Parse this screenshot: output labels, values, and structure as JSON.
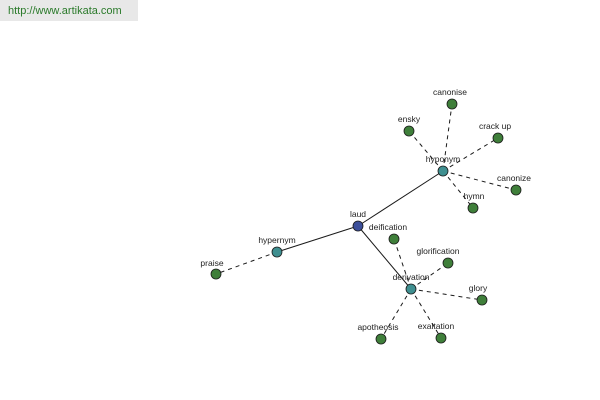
{
  "header": {
    "url": "http://www.artikata.com"
  },
  "colors": {
    "root_node": "#3b4e9a",
    "relation_node": "#3f8f90",
    "word_node": "#3f7f3a",
    "edge": "#1a1a1a",
    "url_bar_bg": "#e8e8e8",
    "url_text": "#2a7a2a"
  },
  "graph": {
    "nodes": [
      {
        "id": "laud",
        "label": "laud",
        "kind": "root"
      },
      {
        "id": "hypernym",
        "label": "hypernym",
        "kind": "relation"
      },
      {
        "id": "hyponym",
        "label": "hyponym",
        "kind": "relation"
      },
      {
        "id": "derivation",
        "label": "derivation",
        "kind": "relation"
      },
      {
        "id": "praise",
        "label": "praise",
        "kind": "word"
      },
      {
        "id": "canonise",
        "label": "canonise",
        "kind": "word"
      },
      {
        "id": "ensky",
        "label": "ensky",
        "kind": "word"
      },
      {
        "id": "crack_up",
        "label": "crack up",
        "kind": "word"
      },
      {
        "id": "canonize",
        "label": "canonize",
        "kind": "word"
      },
      {
        "id": "hymn",
        "label": "hymn",
        "kind": "word"
      },
      {
        "id": "deification",
        "label": "deification",
        "kind": "word"
      },
      {
        "id": "glorification",
        "label": "glorification",
        "kind": "word"
      },
      {
        "id": "glory",
        "label": "glory",
        "kind": "word"
      },
      {
        "id": "exaltation",
        "label": "exaltation",
        "kind": "word"
      },
      {
        "id": "apotheosis",
        "label": "apotheosis",
        "kind": "word"
      }
    ],
    "edges": [
      {
        "from": "laud",
        "to": "hypernym",
        "style": "solid"
      },
      {
        "from": "laud",
        "to": "hyponym",
        "style": "solid"
      },
      {
        "from": "laud",
        "to": "derivation",
        "style": "solid"
      },
      {
        "from": "hypernym",
        "to": "praise",
        "style": "dashed"
      },
      {
        "from": "hyponym",
        "to": "canonise",
        "style": "dashed"
      },
      {
        "from": "hyponym",
        "to": "ensky",
        "style": "dashed"
      },
      {
        "from": "hyponym",
        "to": "crack_up",
        "style": "dashed"
      },
      {
        "from": "hyponym",
        "to": "canonize",
        "style": "dashed"
      },
      {
        "from": "hyponym",
        "to": "hymn",
        "style": "dashed"
      },
      {
        "from": "derivation",
        "to": "deification",
        "style": "dashed"
      },
      {
        "from": "derivation",
        "to": "glorification",
        "style": "dashed"
      },
      {
        "from": "derivation",
        "to": "glory",
        "style": "dashed"
      },
      {
        "from": "derivation",
        "to": "exaltation",
        "style": "dashed"
      },
      {
        "from": "derivation",
        "to": "apotheosis",
        "style": "dashed"
      }
    ]
  }
}
